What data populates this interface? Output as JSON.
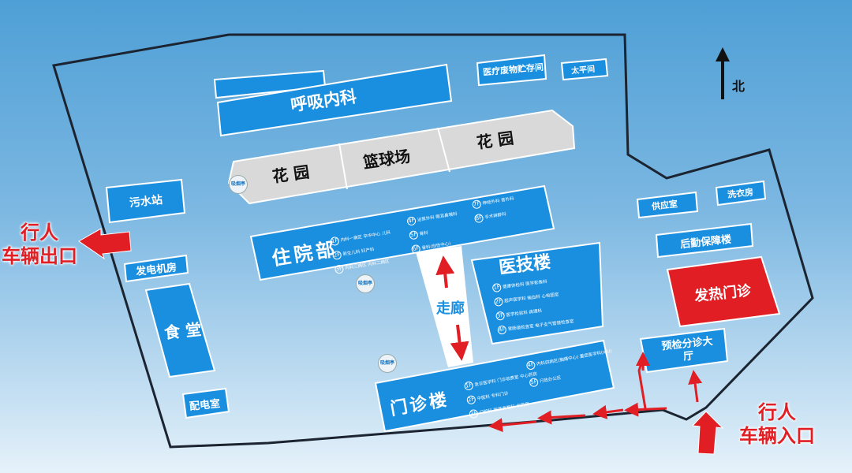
{
  "compass": {
    "north": "北"
  },
  "buildings": {
    "respiratory": "呼吸内科",
    "medical_waste": "医疗废物贮存间",
    "mortuary": "太平间",
    "garden_left": "花 园",
    "basketball": "篮球场",
    "garden_right": "花 园",
    "sewage": "污水站",
    "generator": "发电机房",
    "canteen": "食 堂",
    "substation": "配电室",
    "inpatient": "住院部",
    "corridor": "走廊",
    "medtech": "医技楼",
    "outpatient": "门诊楼",
    "supply": "供应室",
    "laundry": "洗衣房",
    "logistics": "后勤保障楼",
    "fever_clinic": "发热门诊",
    "triage": "预检分诊大厅",
    "smoking": "吸烟亭"
  },
  "exits": {
    "exit_line1": "行人",
    "exit_line2": "车辆出口",
    "entry_line1": "行人",
    "entry_line2": "车辆入口"
  },
  "inpatient_depts": [
    {
      "n": "1F",
      "t": "内科一病区  卒中中心  儿科"
    },
    {
      "n": "2F",
      "t": "新生儿科  妇产科"
    },
    {
      "n": "3F",
      "t": "内科三病区  内科二病区"
    },
    {
      "n": "4F",
      "t": "泌尿外科  眼耳鼻喉科"
    },
    {
      "n": "5F",
      "t": "骨科"
    },
    {
      "n": "6F",
      "t": "骨科(创伤中心)"
    },
    {
      "n": "7F",
      "t": "神经外科  普外科"
    },
    {
      "n": "8F",
      "t": "手术麻醉科"
    }
  ],
  "medtech_depts": [
    {
      "n": "1F",
      "t": "健康体检科  医学影像科"
    },
    {
      "n": "2F",
      "t": "超声医学科  输血科  心电图室"
    },
    {
      "n": "3F",
      "t": "医学检验科  病理科"
    },
    {
      "n": "4F",
      "t": "胃肠镜检查室  电子支气管镜检查室"
    }
  ],
  "outpatient_depts": [
    {
      "n": "1F",
      "t": "急诊医学科  门诊收费室  中心药房"
    },
    {
      "n": "2F",
      "t": "中医科  专科门诊"
    },
    {
      "n": "3F",
      "t": "口腔科  眼耳鼻喉科  中药房"
    },
    {
      "n": "4F",
      "t": "内科四病区(胸痛中心)  重症医学科(ICU)"
    },
    {
      "n": "5F",
      "t": "行政办公区"
    }
  ],
  "colors": {
    "building": "#1a8fe0",
    "garden": "#d9d9d9",
    "fever": "#e01e24",
    "arrow": "#e01e24",
    "wall": "#1b2430"
  }
}
